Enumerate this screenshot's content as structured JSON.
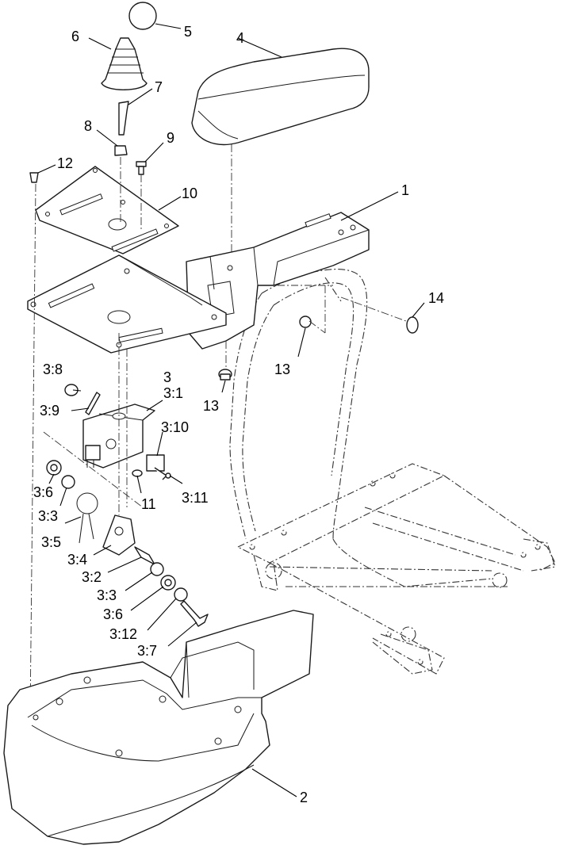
{
  "callouts": [
    {
      "id": "c1",
      "text": "1"
    },
    {
      "id": "c2",
      "text": "2"
    },
    {
      "id": "c3",
      "text": "3"
    },
    {
      "id": "c3_1",
      "text": "3:1"
    },
    {
      "id": "c3_2",
      "text": "3:2"
    },
    {
      "id": "c3_3a",
      "text": "3:3"
    },
    {
      "id": "c3_3b",
      "text": "3:3"
    },
    {
      "id": "c3_4",
      "text": "3:4"
    },
    {
      "id": "c3_5",
      "text": "3:5"
    },
    {
      "id": "c3_6a",
      "text": "3:6"
    },
    {
      "id": "c3_6b",
      "text": "3:6"
    },
    {
      "id": "c3_7",
      "text": "3:7"
    },
    {
      "id": "c3_8",
      "text": "3:8"
    },
    {
      "id": "c3_9",
      "text": "3:9"
    },
    {
      "id": "c3_10",
      "text": "3:10"
    },
    {
      "id": "c3_11",
      "text": "3:11"
    },
    {
      "id": "c3_12",
      "text": "3:12"
    },
    {
      "id": "c4",
      "text": "4"
    },
    {
      "id": "c5",
      "text": "5"
    },
    {
      "id": "c6",
      "text": "6"
    },
    {
      "id": "c7",
      "text": "7"
    },
    {
      "id": "c8",
      "text": "8"
    },
    {
      "id": "c9",
      "text": "9"
    },
    {
      "id": "c10",
      "text": "10"
    },
    {
      "id": "c11",
      "text": "11"
    },
    {
      "id": "c12",
      "text": "12"
    },
    {
      "id": "c13a",
      "text": "13"
    },
    {
      "id": "c13b",
      "text": "13"
    },
    {
      "id": "c14",
      "text": "14"
    }
  ]
}
